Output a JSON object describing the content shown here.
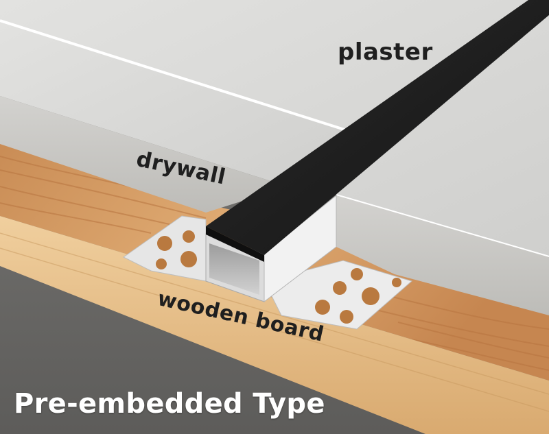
{
  "labels": {
    "plaster": "plaster",
    "drywall": "drywall",
    "wooden_board": "wooden board"
  },
  "title": "Pre-embedded Type",
  "colors": {
    "background": "#6b6a68",
    "plaster": "#d9d9d7",
    "drywall_edge": "#c9c8c5",
    "wood": "#d8a067",
    "profile_cover": "#1e1e1e",
    "profile_body": "#e3e3e3",
    "label_text": "#1f1f1f",
    "title_text": "#ffffff"
  }
}
